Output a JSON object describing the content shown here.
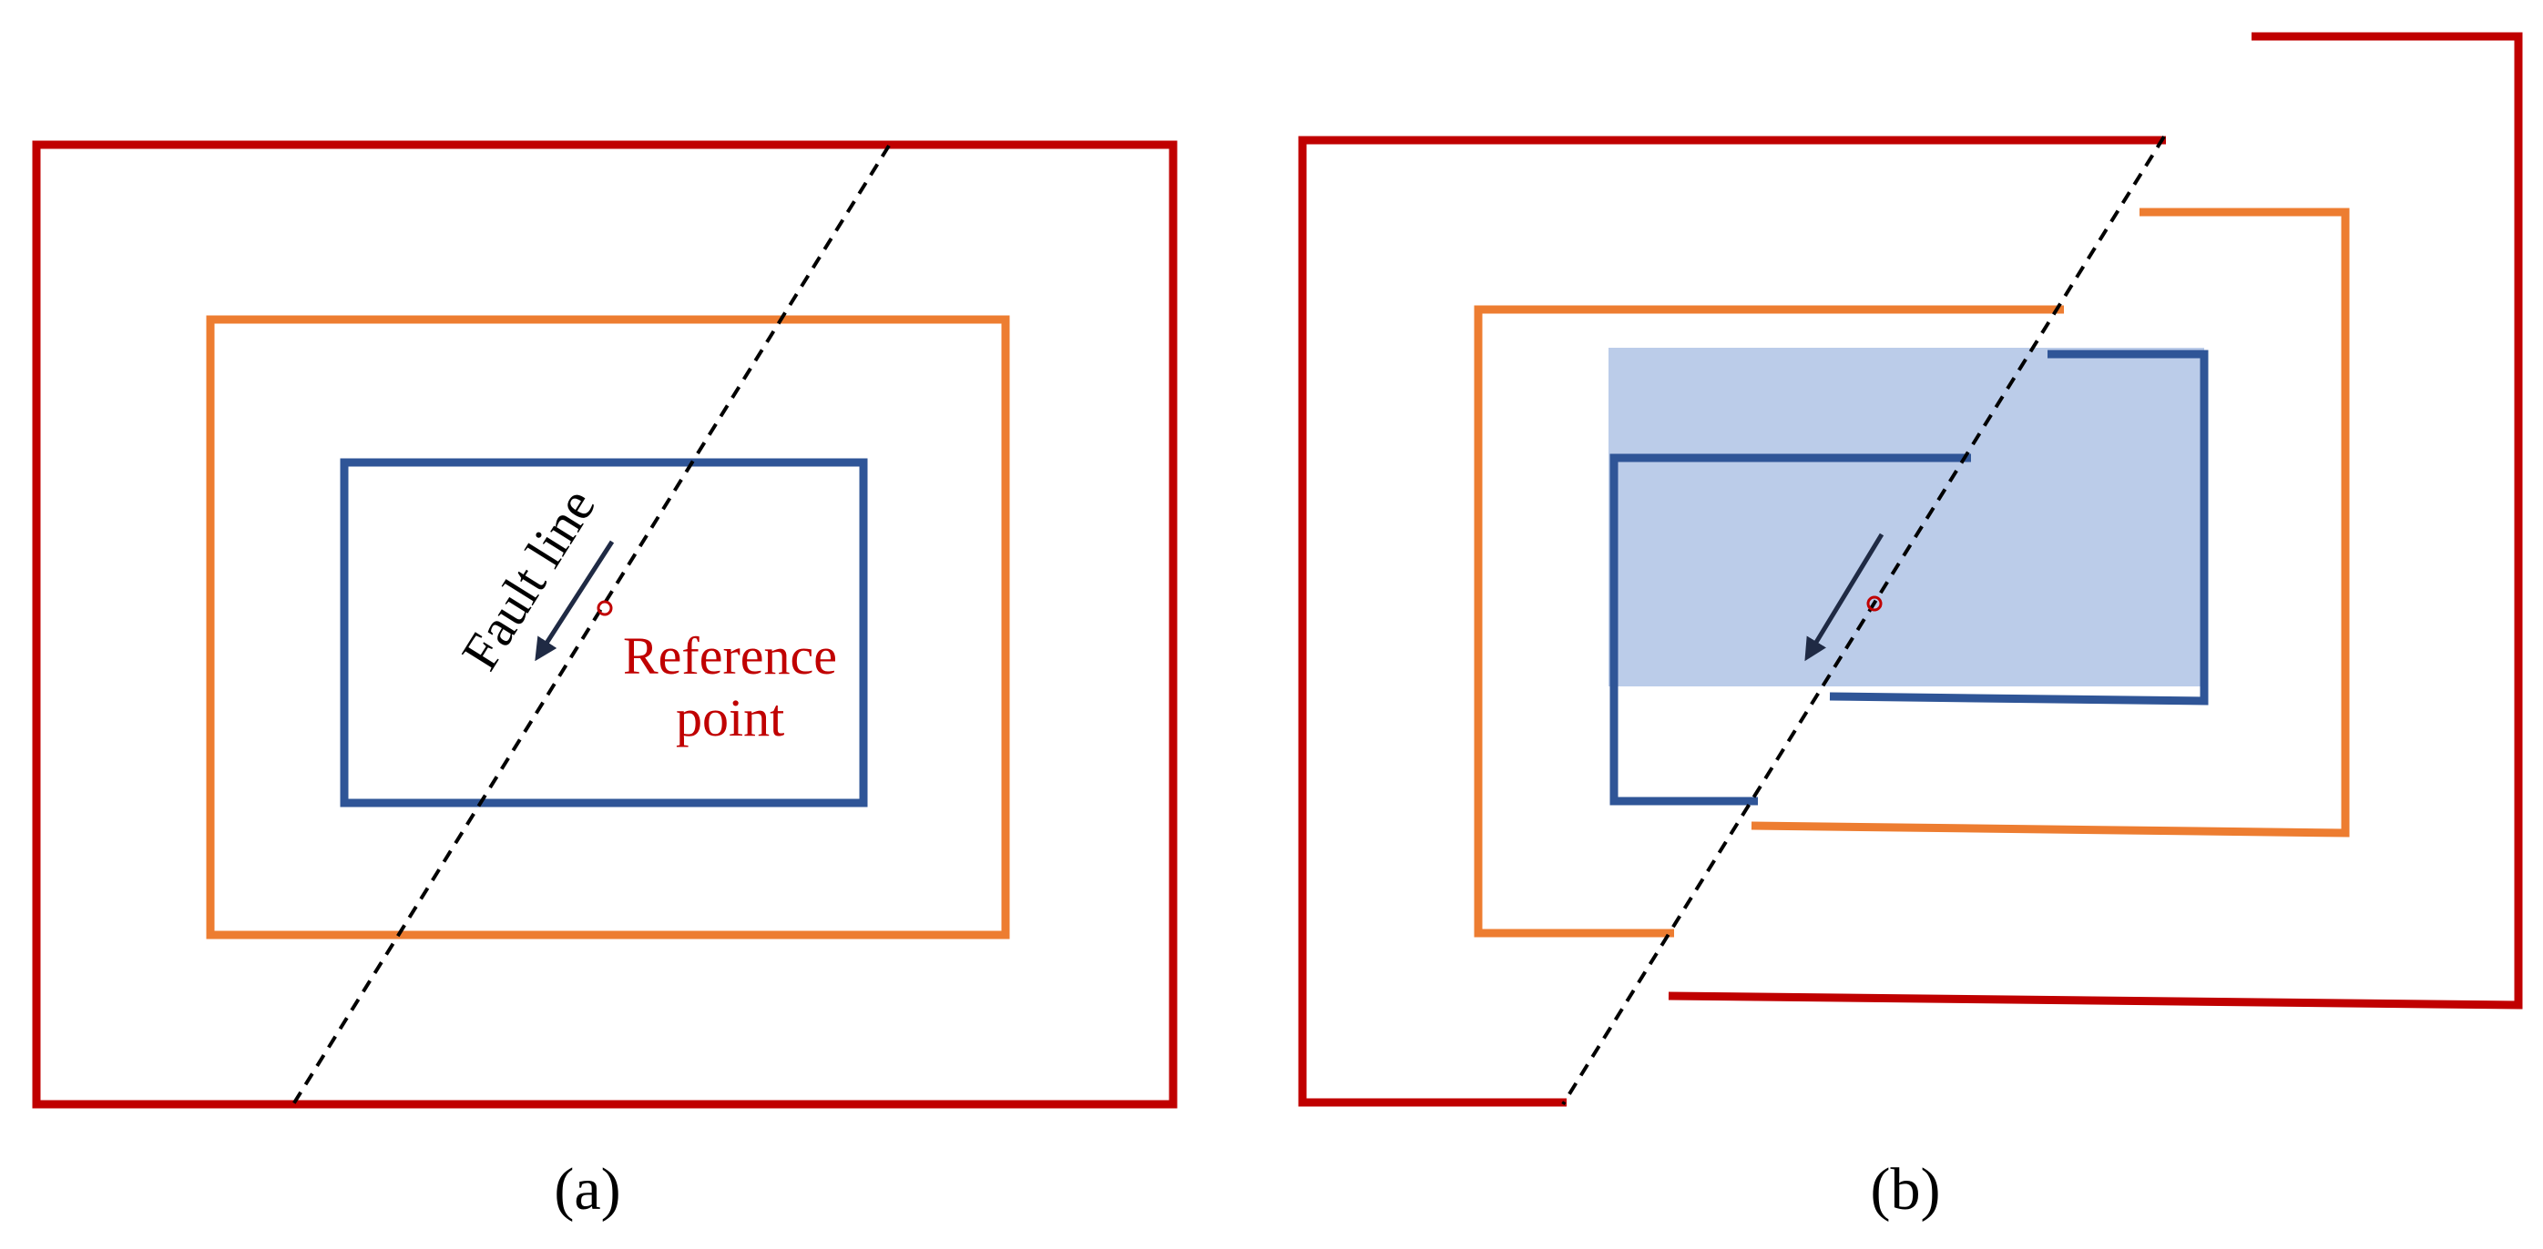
{
  "panel_a": {
    "fault_label": "Fault line",
    "reference_label_line1": "Reference",
    "reference_label_line2": "point",
    "caption": "(a)"
  },
  "panel_b": {
    "caption": "(b)"
  },
  "colors": {
    "outer_frame": "#c00000",
    "middle_frame": "#ed7d31",
    "inner_frame": "#2f5597",
    "shaded_area": "#b4c7e7",
    "fault_line": "#000000",
    "reference_text": "#c00000",
    "arrow": "#1f2a44"
  }
}
